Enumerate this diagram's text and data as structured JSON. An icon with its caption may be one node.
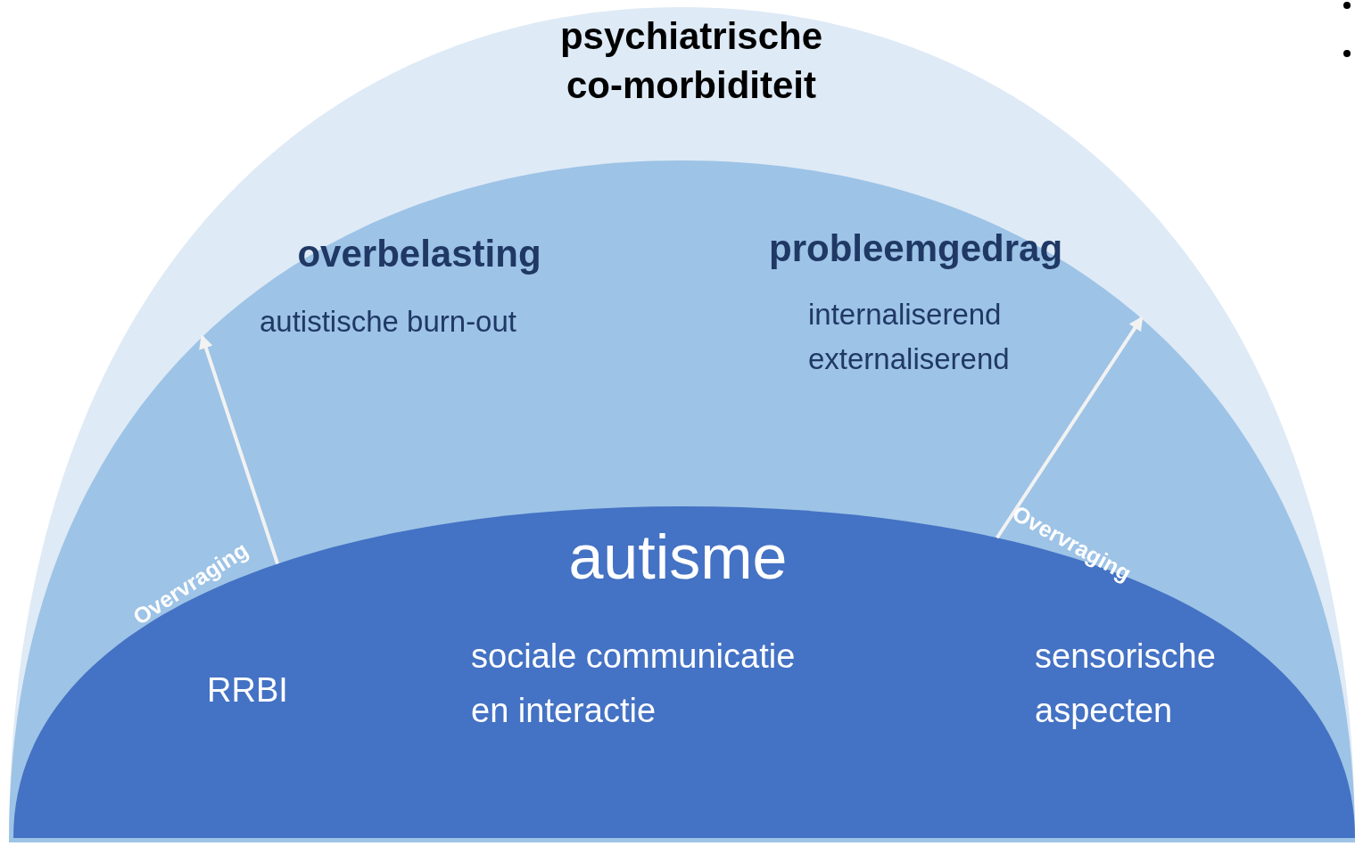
{
  "diagram": {
    "nodes": [
      {
        "text": [
          "psychiatrische co-morbiditeit"
        ]
      },
      {
        "text": [
          "overbelasting",
          "autistische burn-out",
          "probleemgedrag",
          "internaliserend externaliserend"
        ],
        "in": 0
      },
      {
        "text": [
          "autisme",
          "RRBI",
          "sociale communicatie en interactie",
          "sensorische aspecten"
        ],
        "in": 1
      }
    ],
    "edges": [
      {
        "from": 2,
        "to": 1,
        "arrow": "to",
        "label": "Overvraging"
      },
      {
        "from": 2,
        "to": 1,
        "arrow": "to",
        "label": "Overvraging"
      }
    ]
  }
}
